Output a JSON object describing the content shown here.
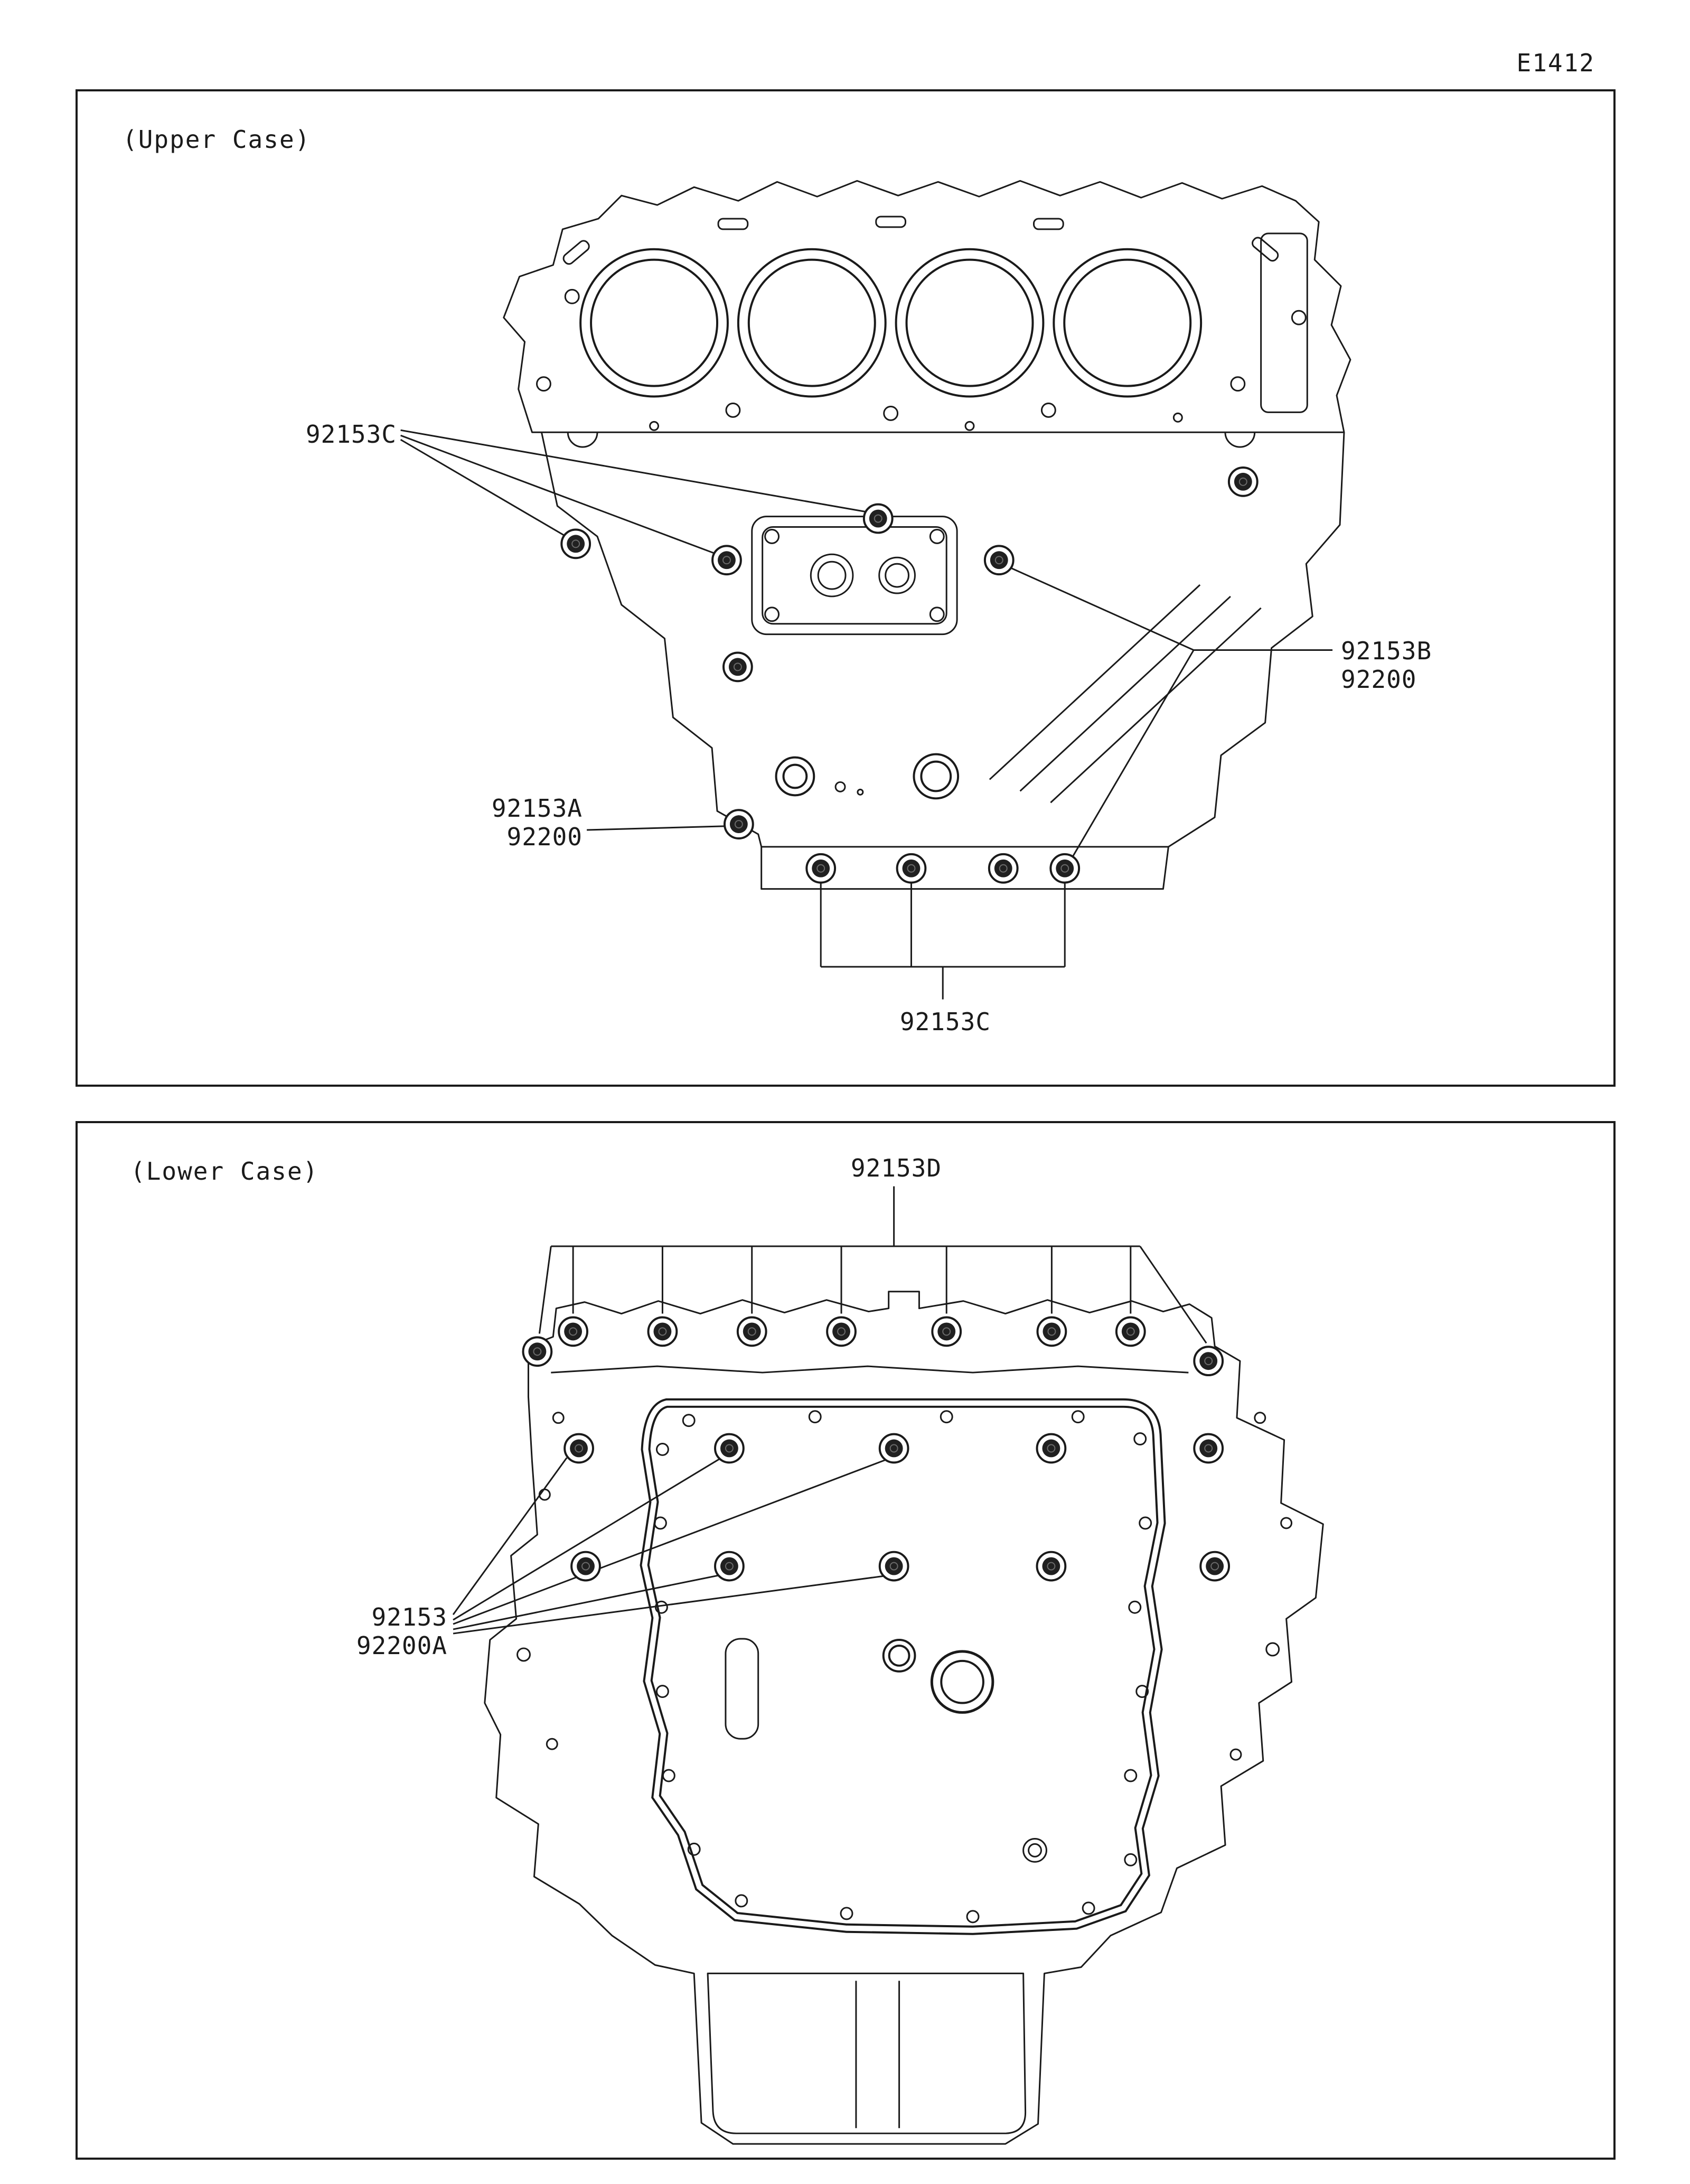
{
  "page": {
    "code": "E1412"
  },
  "upper_panel": {
    "title": "(Upper Case)",
    "labels": {
      "left": "92153C",
      "right_top": "92153B",
      "right_bottom": "92200",
      "mid_top": "92153A",
      "mid_bottom": "92200",
      "bottom": "92153C"
    }
  },
  "lower_panel": {
    "title": "(Lower Case)",
    "labels": {
      "top": "92153D",
      "left_top": "92153",
      "left_bottom": "92200A"
    }
  }
}
